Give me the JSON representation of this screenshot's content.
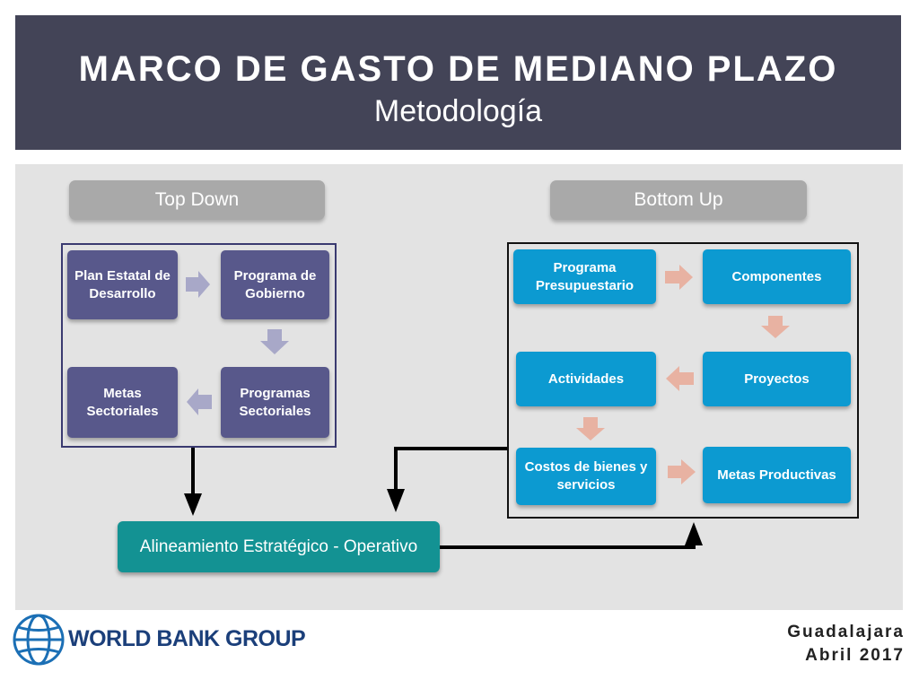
{
  "header": {
    "title": "MARCO DE GASTO DE MEDIANO PLAZO",
    "subtitle": "Metodología"
  },
  "top_down": {
    "label": "Top Down",
    "boxes": {
      "plan_estatal": "Plan Estatal de Desarrollo",
      "programa_gobierno": "Programa de Gobierno",
      "programas_sectoriales": "Programas Sectoriales",
      "metas_sectoriales": "Metas Sectoriales"
    }
  },
  "bottom_up": {
    "label": "Bottom Up",
    "boxes": {
      "programa_presupuestario": "Programa Presupuestario",
      "componentes": "Componentes",
      "proyectos": "Proyectos",
      "actividades": "Actividades",
      "costos": "Costos de bienes y servicios",
      "metas_productivas": "Metas Productivas"
    }
  },
  "alignment": "Alineamiento Estratégico  - Operativo",
  "footer": {
    "logo_text": "WORLD BANK GROUP",
    "city": "Guadalajara",
    "date": "Abril 2017"
  },
  "colors": {
    "header_bg": "#434457",
    "panel_bg": "#e3e3e3",
    "top_down_box": "#58588b",
    "bottom_up_box": "#0c9ad1",
    "alignment_box": "#139293",
    "top_down_arrow": "#a8a8c8",
    "bottom_up_arrow": "#e8b2a2",
    "logo_blue": "#1b6fb5"
  }
}
